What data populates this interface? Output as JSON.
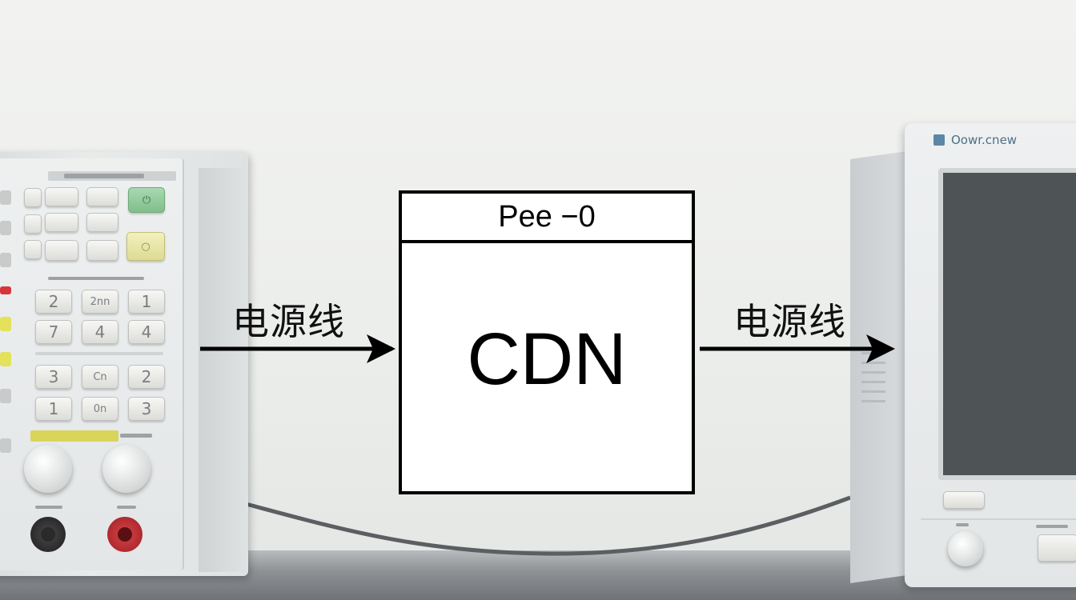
{
  "diagram": {
    "block": {
      "header": "Pee −0",
      "label": "CDN"
    },
    "input_label": "电源线",
    "output_label": "电源线"
  },
  "left_instrument": {
    "keys": [
      {
        "id": "k1",
        "text": "2"
      },
      {
        "id": "k2",
        "text": "2nn"
      },
      {
        "id": "k3",
        "text": "1"
      },
      {
        "id": "k4",
        "text": "7"
      },
      {
        "id": "k5",
        "text": "4"
      },
      {
        "id": "k6",
        "text": "4"
      },
      {
        "id": "k7",
        "text": "3"
      },
      {
        "id": "k8",
        "text": "Cn"
      },
      {
        "id": "k9",
        "text": "2"
      },
      {
        "id": "k10",
        "text": "1"
      },
      {
        "id": "k11",
        "text": "0n"
      },
      {
        "id": "k12",
        "text": "3"
      }
    ]
  },
  "right_instrument": {
    "title": "Oowr.cnew"
  },
  "colors": {
    "arrow": "#000000",
    "block_border": "#000000",
    "background": "#eef0ee",
    "green_key": "#8fca9a",
    "yellow_key": "#e8e5a4",
    "red_jack": "#b5262b"
  }
}
